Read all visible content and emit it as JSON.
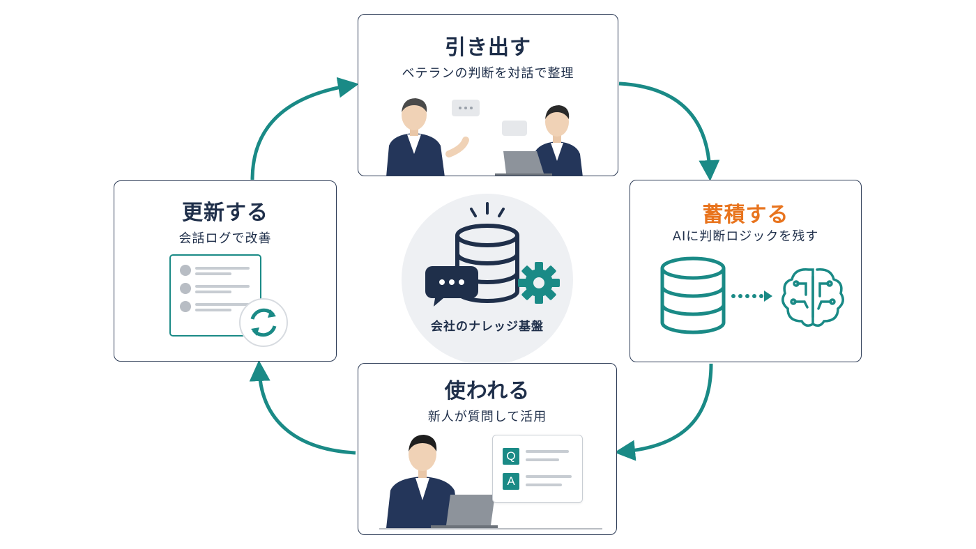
{
  "center": {
    "label": "会社のナレッジ基盤"
  },
  "cards": {
    "extract": {
      "title": "引き出す",
      "subtitle": "ベテランの判断を対話で整理"
    },
    "store": {
      "title": "蓄積する",
      "subtitle": "AIに判断ロジックを残す"
    },
    "use": {
      "title": "使われる",
      "subtitle": "新人が質問して活用"
    },
    "update": {
      "title": "更新する",
      "subtitle": "会話ログで改善"
    }
  },
  "qa": {
    "q": "Q",
    "a": "A"
  },
  "colors": {
    "navy": "#1f2f4a",
    "teal": "#1a8a86",
    "orange": "#e8741e",
    "border": "#2b3a55",
    "circle_bg": "#eef0f3"
  },
  "icons": [
    "database-icon",
    "chat-bubble-icon",
    "gear-icon",
    "brain-circuit-icon",
    "refresh-icon",
    "laptop-icon",
    "avatar-icon"
  ]
}
